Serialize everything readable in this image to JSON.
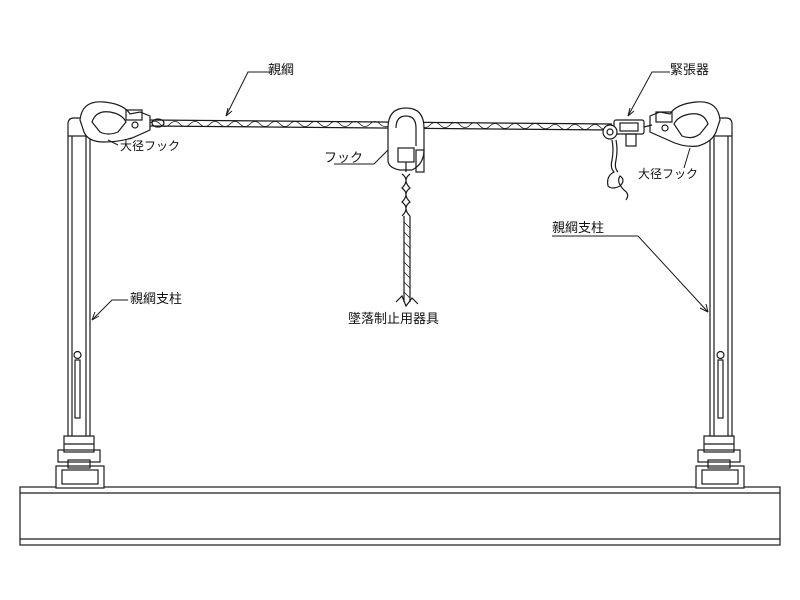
{
  "labels": {
    "main_rope": "親綱",
    "tensioner": "緊張器",
    "hook": "フック",
    "large_hook_left": "大径フック",
    "large_hook_right": "大径フック",
    "post_left": "親綱支柱",
    "post_right": "親綱支柱",
    "fall_arrest": "墜落制止用器具"
  },
  "colors": {
    "line": "#1a1a1a",
    "background": "#ffffff"
  }
}
